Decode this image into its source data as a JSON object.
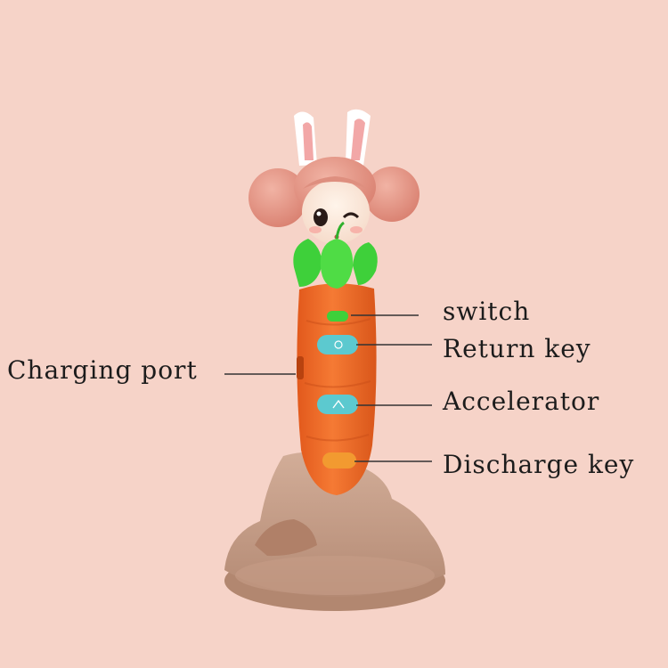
{
  "labels": {
    "switch": "switch",
    "return_key": "Return key",
    "accelerator": "Accelerator",
    "discharge_key": "Discharge key",
    "charging_port": "Charging port"
  },
  "colors": {
    "background": "#f6d3c8",
    "carrot": "#f2702a",
    "leaves": "#3ed03a",
    "hair": "#e79a8a",
    "base": "#c49a84",
    "key_teal": "#5cc9cf",
    "key_orange": "#f29a30"
  }
}
